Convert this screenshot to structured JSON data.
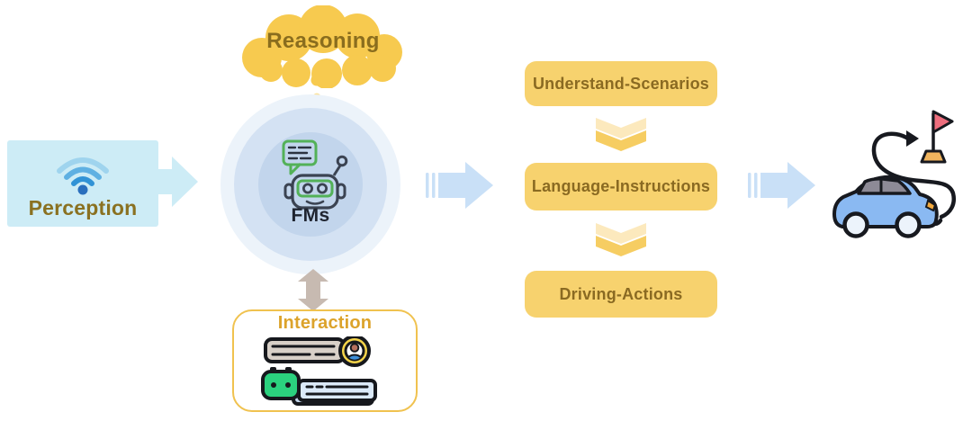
{
  "diagram": {
    "reasoning": {
      "label": "Reasoning"
    },
    "perception": {
      "label": "Perception",
      "icon": "wifi-icon"
    },
    "fms": {
      "label": "FMs",
      "icon": "chatbot-robot-icon"
    },
    "interaction": {
      "label": "Interaction",
      "icons": [
        "user-message-bar-icon",
        "bot-message-bar-icon"
      ]
    },
    "steps": [
      {
        "label": "Understand-Scenarios"
      },
      {
        "label": "Language-Instructions"
      },
      {
        "label": "Driving-Actions"
      }
    ],
    "outcome": {
      "icon": "car-route-to-flag-icon"
    }
  },
  "colors": {
    "cloud_yellow": "#f7ca4f",
    "step_box_yellow": "#f7d26e",
    "chevron_light": "#fce9bd",
    "chevron_dark": "#f6cd62",
    "step_text_olive": "#8a6a22",
    "perception_bg": "#cdecf6",
    "perception_text": "#8a7121",
    "flow_arrow_blue": "#c9e0f7",
    "ring_outer": "#ecf3fa",
    "ring_middle": "#d4e2f3",
    "ring_inner": "#c2d5ec",
    "robot_green": "#53b158",
    "interaction_border": "#f0c24f",
    "interaction_text_gold": "#dca32b",
    "updown_arrow_taupe": "#c7bab1",
    "car_blue": "#8ab9f2",
    "flag_red": "#ee6e7e",
    "flag_base_tan": "#f0b45e",
    "dark_outline": "#17191f"
  }
}
